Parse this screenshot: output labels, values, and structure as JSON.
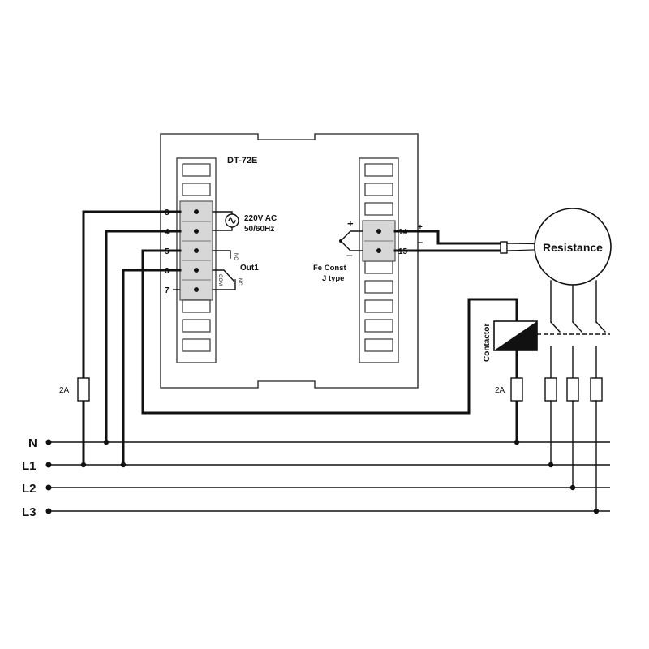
{
  "device": {
    "model": "DT-72E",
    "power_label_1": "220V AC",
    "power_label_2": "50/60Hz",
    "output_label": "Out1",
    "sensor_label_1": "Fe Const",
    "sensor_label_2": "J type",
    "relay_no": "NO",
    "relay_com": "COM",
    "relay_nc": "NC",
    "sensor_plus": "+",
    "sensor_minus": "–"
  },
  "left_terminals": [
    "3",
    "4",
    "5",
    "6",
    "7"
  ],
  "right_terminals": [
    "14",
    "15"
  ],
  "probe_polarity": {
    "plus": "+",
    "minus": "–"
  },
  "load": {
    "name": "Resistance"
  },
  "contactor": {
    "label": "Contactor"
  },
  "fuses": {
    "control_left": "2A",
    "control_right": "2A"
  },
  "lines": [
    {
      "name": "N"
    },
    {
      "name": "L1"
    },
    {
      "name": "L2"
    },
    {
      "name": "L3"
    }
  ]
}
